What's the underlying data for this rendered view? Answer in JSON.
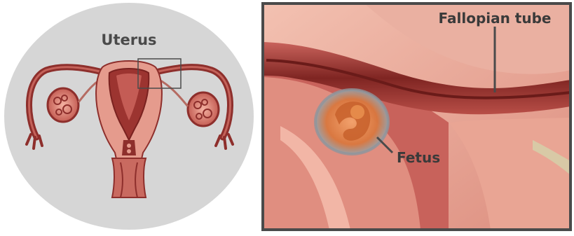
{
  "left_panel": {
    "title": "Uterus"
  },
  "right_panel": {
    "tube_label": "Fallopian tube",
    "fetus_label": "Fetus"
  },
  "colors": {
    "circle_bg": "#d5d5d5",
    "tissue_dark": "#8e2f2c",
    "tissue_mid": "#b5504a",
    "tissue_light": "#e79b8d",
    "frame": "#4a4a4a",
    "label_text": "#3a3a3a"
  }
}
